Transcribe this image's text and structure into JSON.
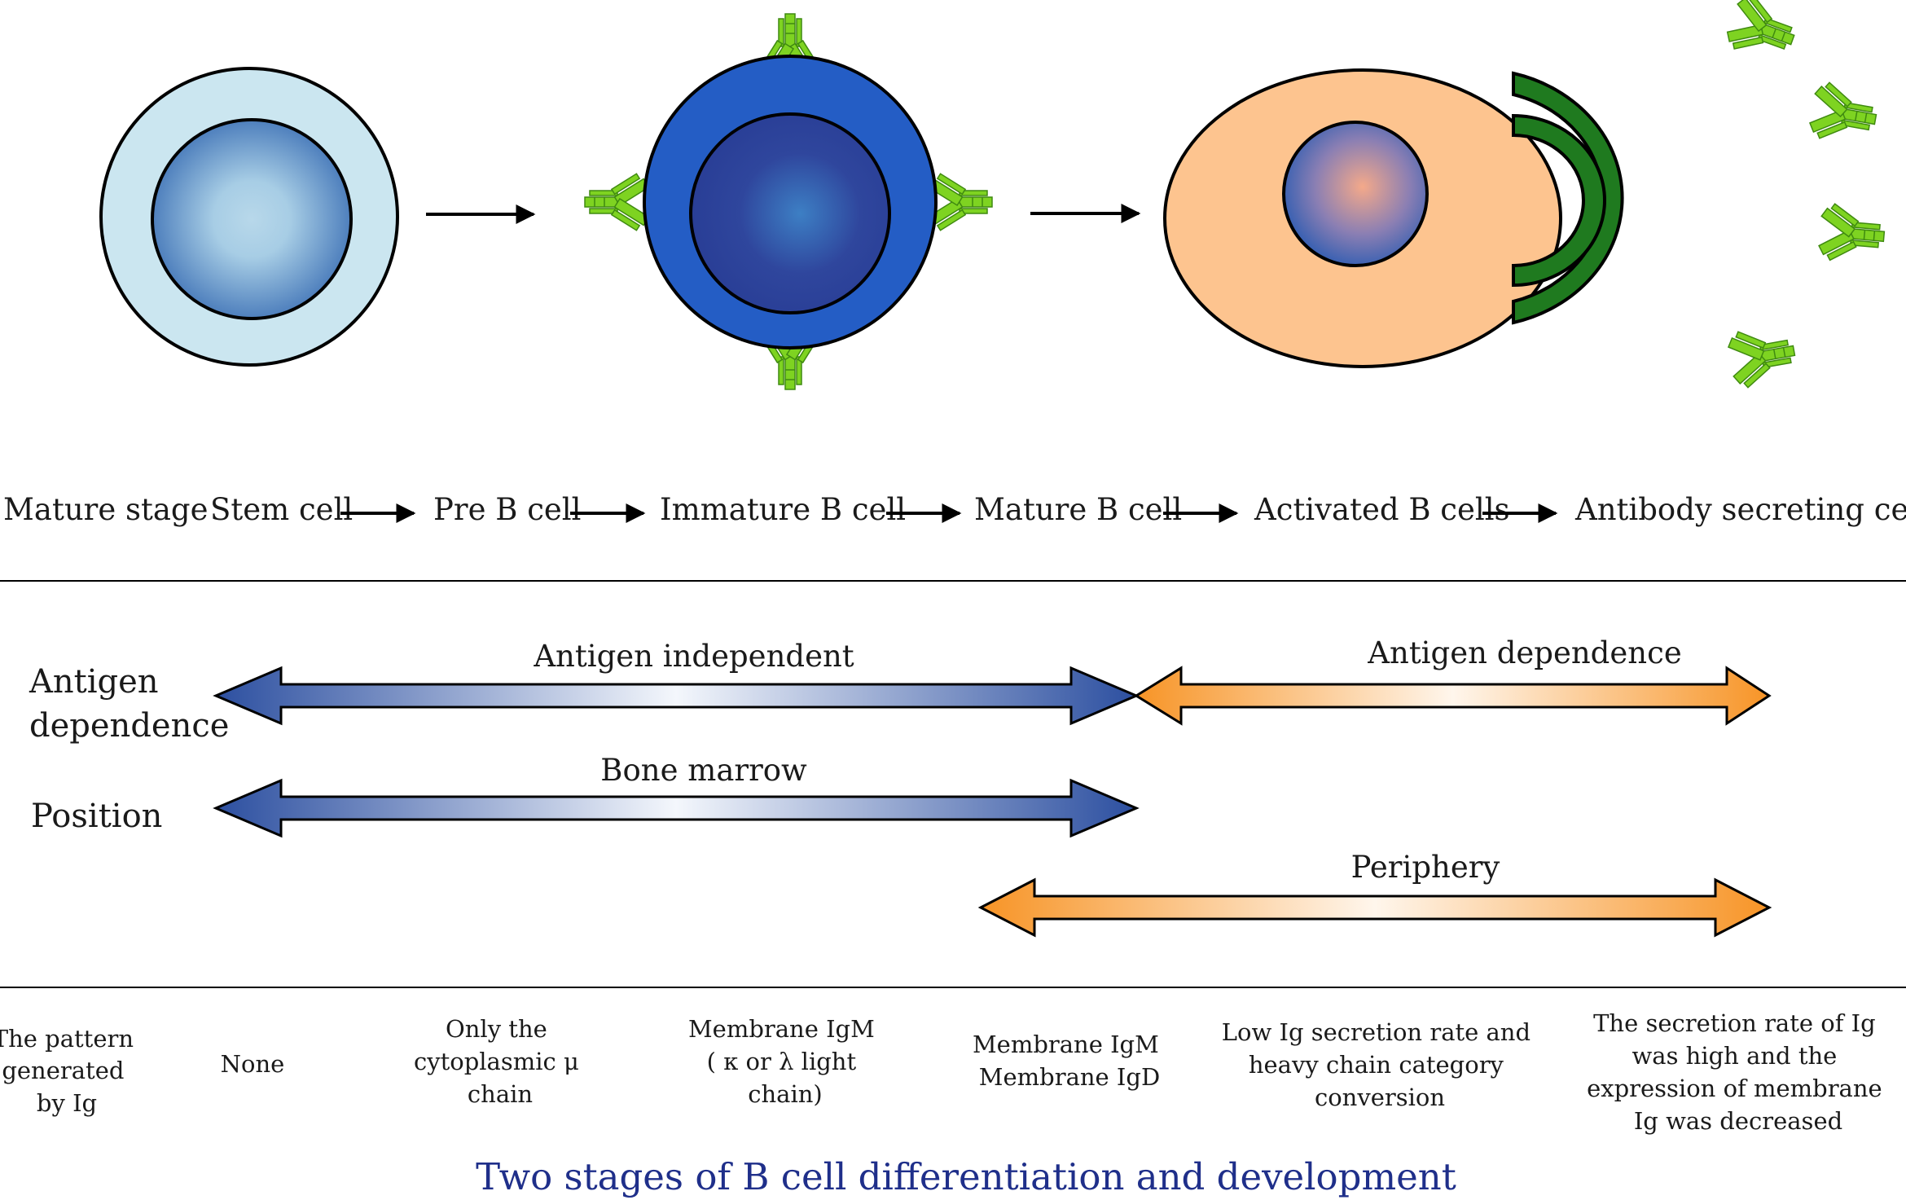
{
  "stages_row": {
    "header": "Mature stage",
    "stages": [
      "Stem cell",
      "Pre B cell",
      "Immature B cell",
      "Mature B cell",
      "Activated B cells",
      "Antibody secreting cell"
    ]
  },
  "antigen_row": {
    "label_line1": "Antigen",
    "label_line2": "dependence",
    "independent_label": "Antigen independent",
    "dependence_label": "Antigen dependence"
  },
  "position_row": {
    "label": "Position",
    "bone_marrow_label": "Bone marrow",
    "periphery_label": "Periphery"
  },
  "ig_row": {
    "header": [
      "The pattern",
      "generated",
      "by Ig"
    ],
    "cells": [
      [
        "None"
      ],
      [
        "Only the",
        "cytoplasmic  μ",
        "chain"
      ],
      [
        "Membrane IgM",
        "( κ or λ light",
        "chain)"
      ],
      [
        "Membrane IgM",
        "Membrane IgD"
      ],
      [
        "Low Ig secretion rate and",
        "heavy chain category",
        "conversion"
      ],
      [
        "The secretion rate of Ig",
        "was high and the",
        "expression of membrane",
        "Ig was decreased"
      ]
    ]
  },
  "caption": "Two stages of B cell differentiation and development",
  "colors": {
    "blue_arrow": "#2c4fa0",
    "orange_arrow": "#f79426",
    "caption": "#1f2f8a",
    "antibody": "#7ed321",
    "plasma_cell": "#fdc48f",
    "er_green": "#1f7a1f"
  },
  "icons": [
    "stem-cell",
    "b-cell-with-antibodies",
    "plasma-cell",
    "antibody-icon"
  ]
}
